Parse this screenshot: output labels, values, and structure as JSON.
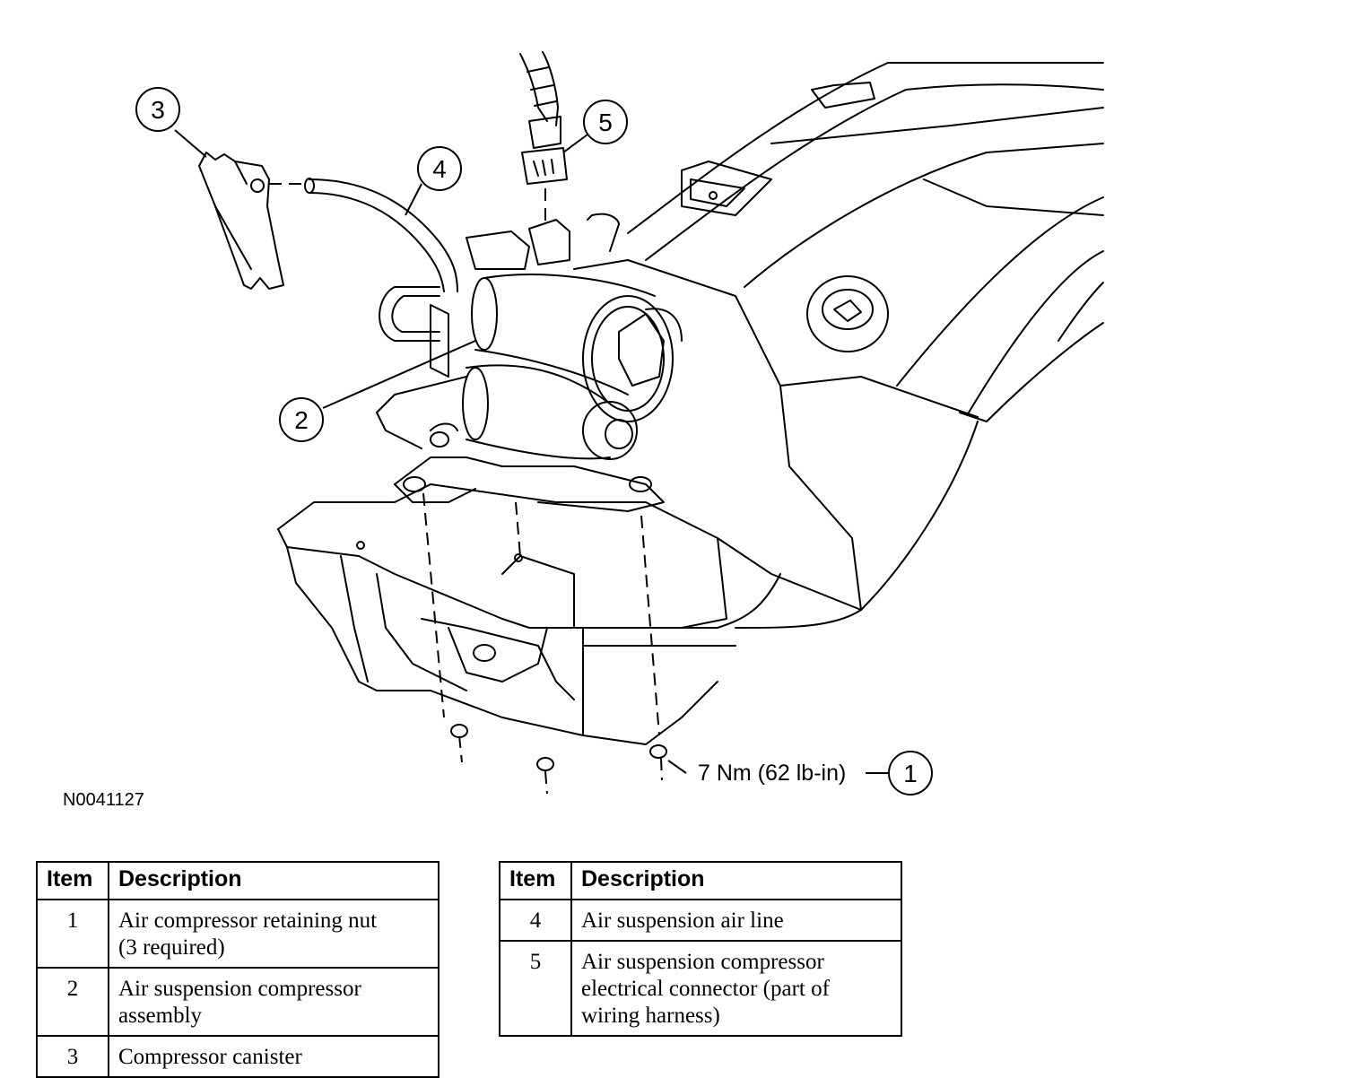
{
  "figure_id": "N0041127",
  "torque_spec": "7 Nm (62 lb-in)",
  "callouts": [
    "1",
    "2",
    "3",
    "4",
    "5"
  ],
  "legend_header": {
    "item": "Item",
    "description": "Description"
  },
  "legend_left": [
    {
      "item": "1",
      "description_lines": [
        "Air compressor retaining nut",
        "(3 required)"
      ]
    },
    {
      "item": "2",
      "description_lines": [
        "Air suspension compressor",
        "assembly"
      ]
    },
    {
      "item": "3",
      "description_lines": [
        "Compressor canister"
      ]
    }
  ],
  "legend_right": [
    {
      "item": "4",
      "description_lines": [
        "Air suspension air line"
      ]
    },
    {
      "item": "5",
      "description_lines": [
        "Air suspension compressor",
        "electrical connector (part of",
        "wiring harness)"
      ]
    }
  ]
}
